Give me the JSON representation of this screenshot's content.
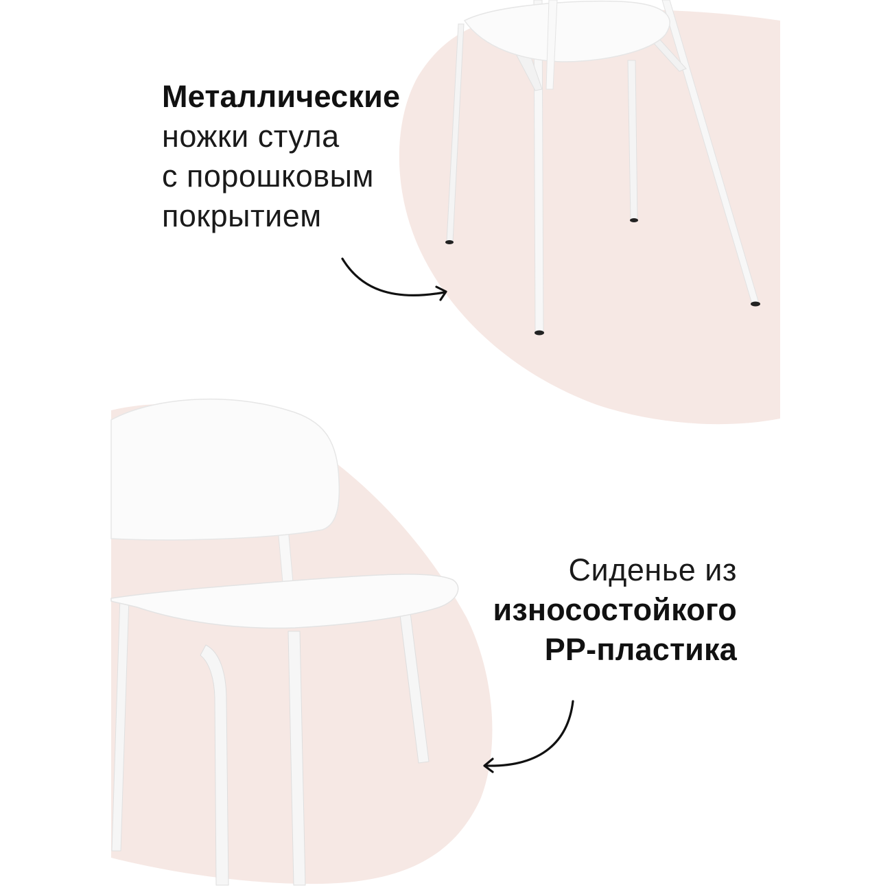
{
  "colors": {
    "background": "#ffffff",
    "blob": "#f6e8e4",
    "chair_white": "#fbfbfb",
    "chair_shadow": "#e4e4e4",
    "text": "#111111",
    "arrow": "#111111",
    "foot_cap": "#222222"
  },
  "top_feature": {
    "lines": [
      {
        "text": "Металлические",
        "weight": "bold"
      },
      {
        "text": "ножки стула",
        "weight": "light"
      },
      {
        "text": "с порошковым",
        "weight": "light"
      },
      {
        "text": "покрытием",
        "weight": "light"
      }
    ],
    "image": "chair-legs-photo",
    "arrow": "curved-arrow-right-icon"
  },
  "bottom_feature": {
    "lines": [
      {
        "text": "Сиденье из",
        "weight": "light"
      },
      {
        "text": "износостойкого",
        "weight": "bold"
      },
      {
        "text": "PP-пластика",
        "weight": "bold"
      }
    ],
    "image": "chair-seat-photo",
    "arrow": "curved-arrow-left-icon"
  }
}
